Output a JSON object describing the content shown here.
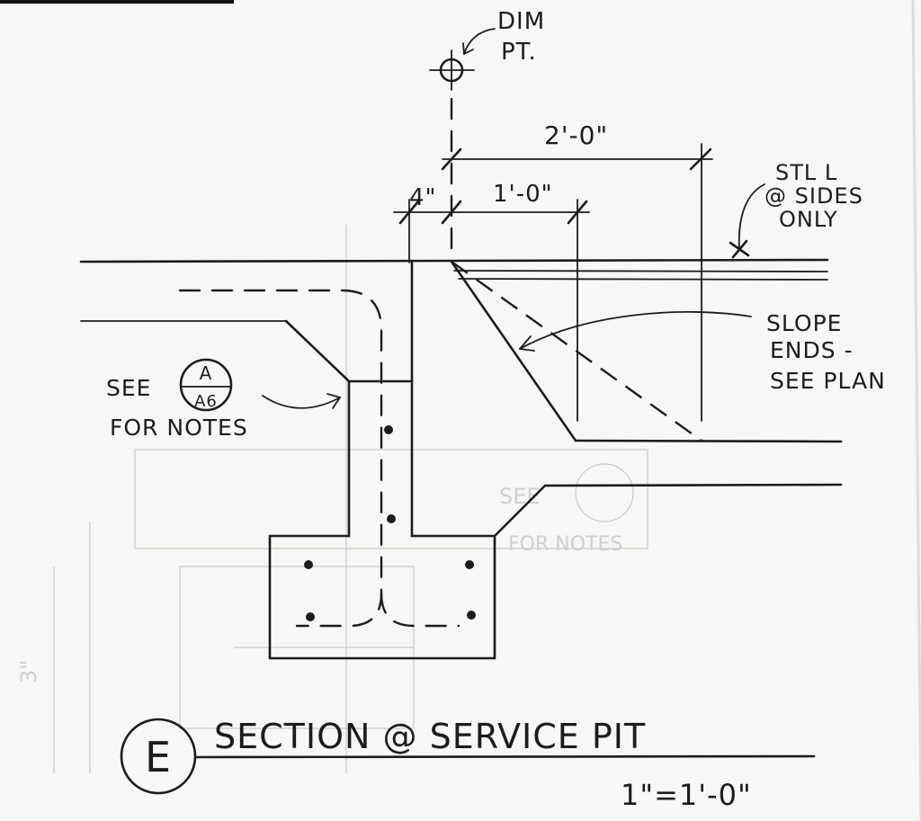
{
  "annotations": {
    "dim_pt_line1": "DIM",
    "dim_pt_line2": "PT.",
    "dim_2ft": "2'-0\"",
    "dim_4in": "4\"",
    "dim_1ft": "1'-0\"",
    "stl_line1": "STL L",
    "stl_line2": "@ SIDES",
    "stl_line3": "ONLY",
    "slope_line1": "SLOPE",
    "slope_line2": "ENDS -",
    "slope_line3": "SEE PLAN",
    "see_label": "SEE",
    "for_notes": "FOR NOTES",
    "detail_ref_top": "A",
    "detail_ref_bottom": "A6"
  },
  "title_block": {
    "section_letter": "E",
    "title": "SECTION @ SERVICE PIT",
    "scale": "1\"=1'-0\""
  }
}
